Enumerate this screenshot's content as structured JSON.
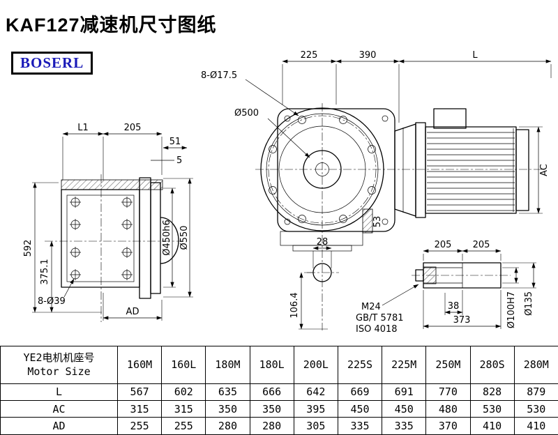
{
  "page": {
    "title": "KAF127减速机尺寸图纸",
    "logo": "BOSERL"
  },
  "drawing": {
    "front": {
      "dim_225": "225",
      "dim_390": "390",
      "dim_l": "L",
      "bolt_callout": "8-Ø17.5",
      "dia_500": "Ø500",
      "dim_ac": "AC",
      "dim_53": "53"
    },
    "side": {
      "dim_l1": "L1",
      "dim_205": "205",
      "dim_51": "51",
      "dim_5": "5",
      "dim_592": "592",
      "dim_375": "375.1",
      "bolt_callout": "8-Ø39",
      "dim_ad": "AD",
      "dia_450": "Ø450h6",
      "dia_550": "Ø550"
    },
    "section": {
      "dim_28": "28",
      "dim_106": "106.4"
    },
    "shaft": {
      "dim_205_a": "205",
      "dim_205_b": "205",
      "dim_38": "38",
      "dim_373": "373",
      "dia_100": "Ø100H7",
      "dia_135": "Ø135",
      "thread": "M24",
      "std_gb": "GB/T 5781",
      "std_iso": "ISO 4018"
    }
  },
  "table": {
    "header_cn": "YE2电机机座号",
    "header_en": "Motor Size",
    "columns": [
      "160M",
      "160L",
      "180M",
      "180L",
      "200L",
      "225S",
      "225M",
      "250M",
      "280S",
      "280M"
    ],
    "rows": [
      {
        "label": "L",
        "values": [
          "567",
          "602",
          "635",
          "666",
          "642",
          "669",
          "691",
          "770",
          "828",
          "879"
        ]
      },
      {
        "label": "AC",
        "values": [
          "315",
          "315",
          "350",
          "350",
          "395",
          "450",
          "450",
          "480",
          "530",
          "530"
        ]
      },
      {
        "label": "AD",
        "values": [
          "255",
          "255",
          "280",
          "280",
          "305",
          "335",
          "335",
          "370",
          "410",
          "410"
        ]
      }
    ]
  }
}
